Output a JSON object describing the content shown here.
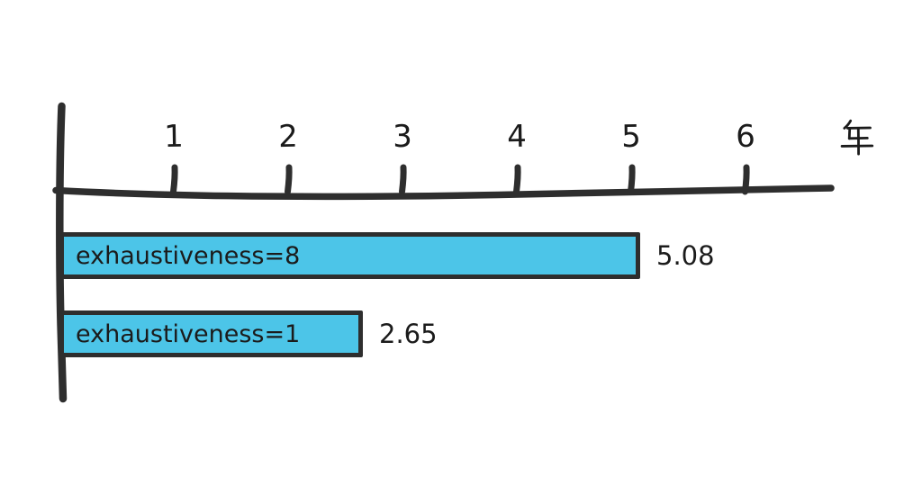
{
  "chart_data": {
    "type": "bar",
    "orientation": "horizontal",
    "categories": [
      "exhaustiveness=8",
      "exhaustiveness=1"
    ],
    "values": [
      5.08,
      2.65
    ],
    "value_labels": [
      "5.08",
      "2.65"
    ],
    "x_ticks": [
      "1",
      "2",
      "3",
      "4",
      "5",
      "6"
    ],
    "x_tick_values": [
      1,
      2,
      3,
      4,
      5,
      6
    ],
    "xlabel": "年",
    "xlim": [
      0,
      6.8
    ],
    "grid": false,
    "legend": false,
    "style": "hand-drawn",
    "bar_color": "#4CC5E8",
    "ink_color": "#2E2E2E",
    "text_color": "#1B1B1B",
    "background_color": "#FFFFFF"
  }
}
